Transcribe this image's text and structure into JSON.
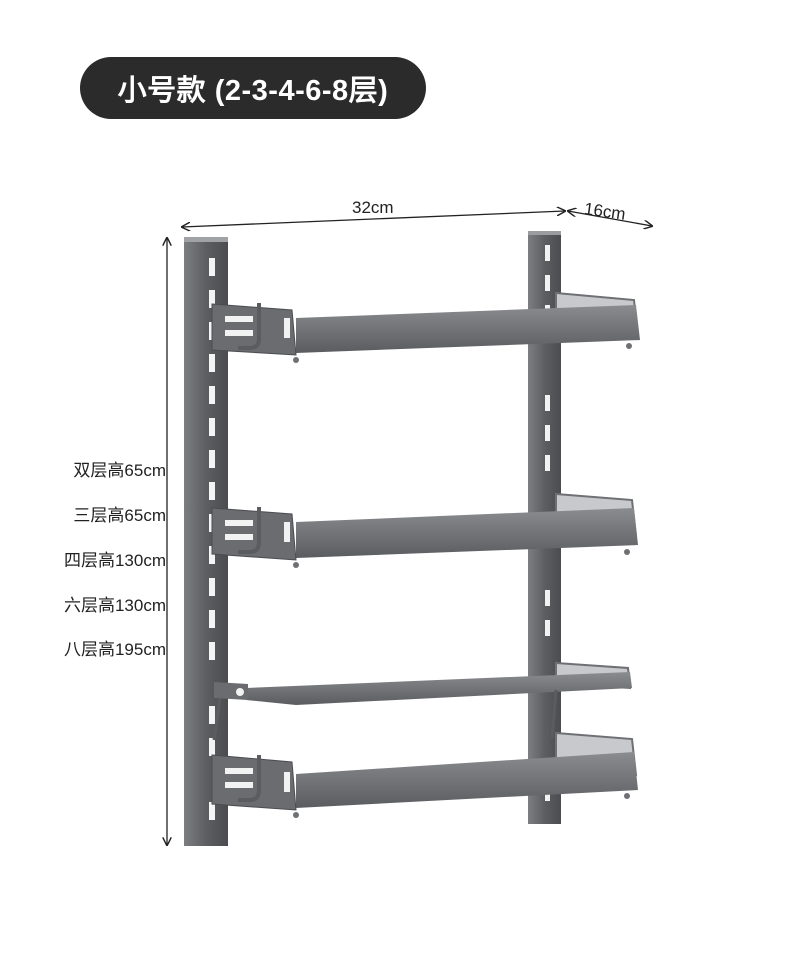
{
  "title": "小号款 (2-3-4-6-8层)",
  "dimensions": {
    "width": "32cm",
    "depth": "16cm"
  },
  "height_options": [
    "双层高65cm",
    "三层高65cm",
    "四层高130cm",
    "六层高130cm",
    "八层高195cm"
  ],
  "colors": {
    "pill_background": "#2b2b2b",
    "metal": "#6e7074",
    "metal_dark": "#4a4c50",
    "metal_light": "#8a8c90"
  }
}
